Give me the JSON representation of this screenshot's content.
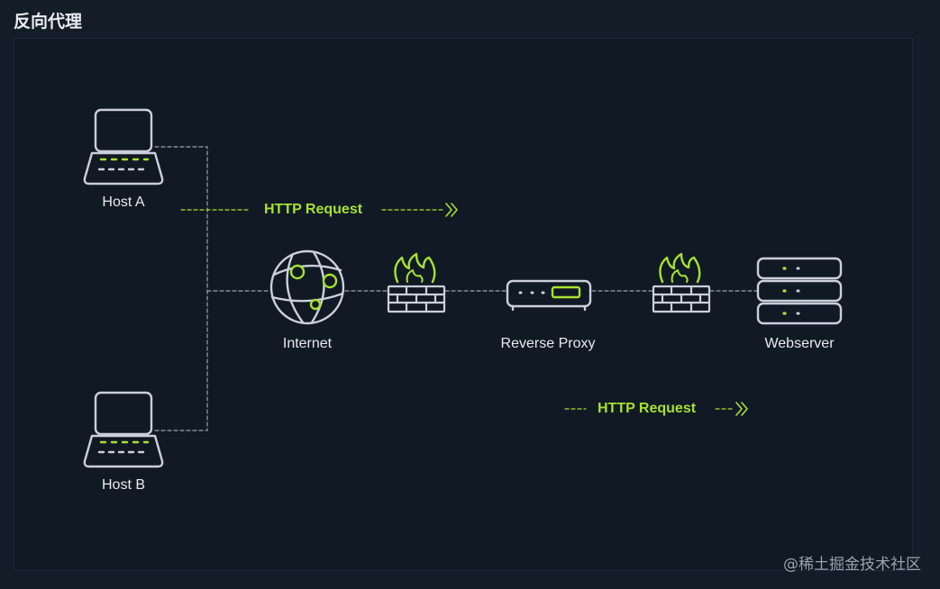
{
  "page": {
    "title": "反向代理"
  },
  "nodes": {
    "host_a": "Host A",
    "host_b": "Host B",
    "internet": "Internet",
    "reverse_proxy": "Reverse Proxy",
    "webserver": "Webserver"
  },
  "flows": {
    "top": "HTTP Request",
    "bottom": "HTTP Request"
  },
  "watermark": "@稀土掘金技术社区",
  "colors": {
    "background": "#131c27",
    "panel": "#111925",
    "icon_stroke": "#c9d0da",
    "accent": "#a6e22e",
    "connector": "#9aa3ad"
  },
  "icons": [
    "laptop-icon",
    "globe-icon",
    "firewall-icon",
    "router-icon",
    "server-icon"
  ]
}
